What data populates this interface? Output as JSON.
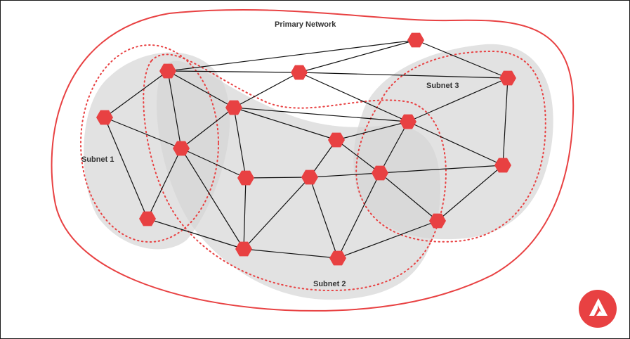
{
  "labels": {
    "primary_network": "Primary Network",
    "subnet_1": "Subnet 1",
    "subnet_2": "Subnet 2",
    "subnet_3": "Subnet 3"
  },
  "colors": {
    "accent": "#e84142",
    "subnet_fill": "#d9d9d9",
    "edge": "#111111"
  },
  "logo": {
    "icon": "avalanche-logo-icon"
  },
  "graph": {
    "node_count": 18,
    "edge_count": 38
  }
}
